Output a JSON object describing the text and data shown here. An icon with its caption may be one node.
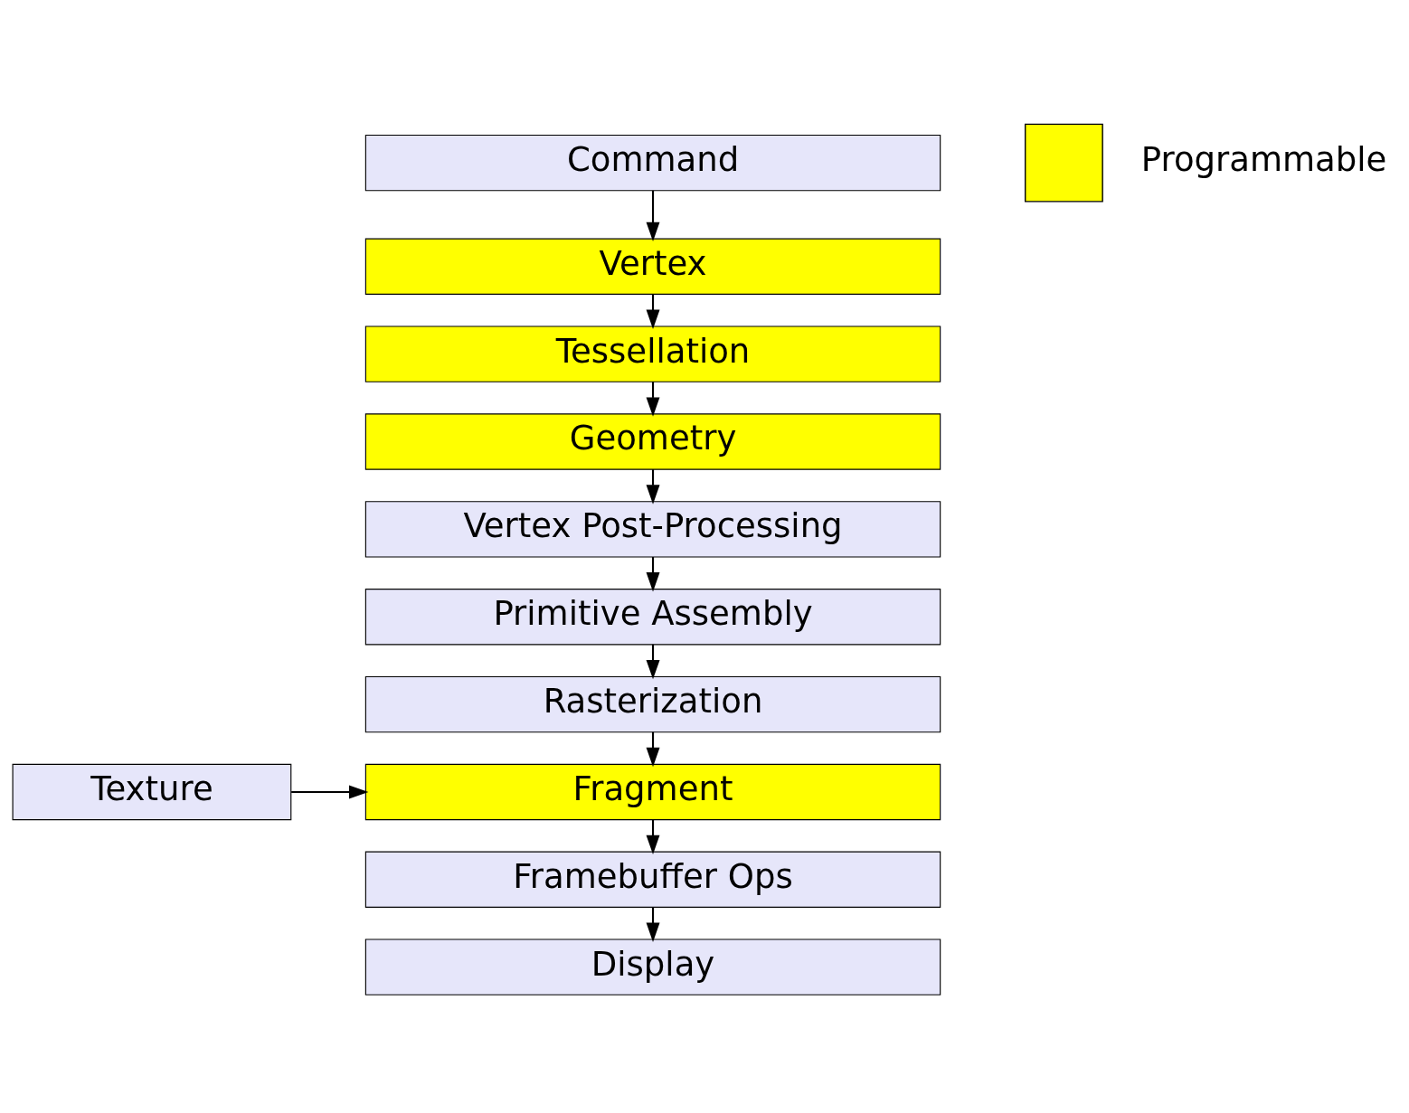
{
  "diagram": {
    "nodes": [
      {
        "text": [
          "Command"
        ]
      },
      {
        "text": [
          "Vertex"
        ]
      },
      {
        "text": [
          "Tessellation"
        ]
      },
      {
        "text": [
          "Geometry"
        ]
      },
      {
        "text": [
          "Vertex Post-Processing"
        ]
      },
      {
        "text": [
          "Primitive Assembly"
        ]
      },
      {
        "text": [
          "Rasterization"
        ]
      },
      {
        "text": [
          "Fragment"
        ]
      },
      {
        "text": [
          "Texture"
        ]
      },
      {
        "text": [
          "Framebuffer Ops"
        ]
      },
      {
        "text": [
          "Display"
        ]
      }
    ],
    "edges": [
      {
        "from": 0,
        "to": 1,
        "arrow": "to"
      },
      {
        "from": 1,
        "to": 2,
        "arrow": "to"
      },
      {
        "from": 2,
        "to": 3,
        "arrow": "to"
      },
      {
        "from": 3,
        "to": 4,
        "arrow": "to"
      },
      {
        "from": 4,
        "to": 5,
        "arrow": "to"
      },
      {
        "from": 5,
        "to": 6,
        "arrow": "to"
      },
      {
        "from": 6,
        "to": 7,
        "arrow": "to"
      },
      {
        "from": 8,
        "to": 7,
        "arrow": "to"
      },
      {
        "from": 7,
        "to": 9,
        "arrow": "to"
      },
      {
        "from": 9,
        "to": 10,
        "arrow": "to"
      }
    ],
    "legend": [
      {
        "text": "Programmable",
        "color": "#ffff00"
      }
    ]
  }
}
